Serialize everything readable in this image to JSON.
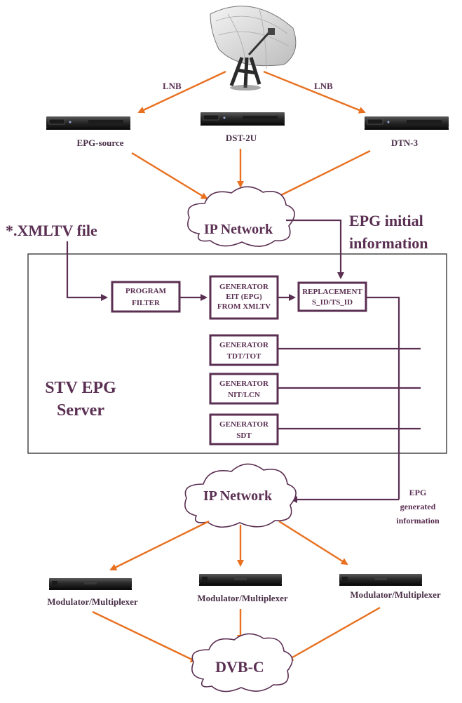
{
  "labels": {
    "lnb_left": "LNB",
    "lnb_right": "LNB",
    "receiver_1": "EPG-source",
    "receiver_2": "DST-2U",
    "receiver_3": "DTN-3",
    "ip_network_top": "IP Network",
    "xmltv_file": "*.XMLTV file",
    "epg_initial_line1": "EPG initial",
    "epg_initial_line2": "information",
    "program_filter_line1": "PROGRAM",
    "program_filter_line2": "FILTER",
    "gen_eit_line1": "GENERATOR",
    "gen_eit_line2": "EIT (EPG)",
    "gen_eit_line3": "FROM XMLTV",
    "replacement_line1": "REPLACEMENT",
    "replacement_line2": "S_ID/TS_ID",
    "gen_tdt_line1": "GENERATOR",
    "gen_tdt_line2": "TDT/TOT",
    "gen_nit_line1": "GENERATOR",
    "gen_nit_line2": "NIT/LCN",
    "gen_sdt_line1": "GENERATOR",
    "gen_sdt_line2": "SDT",
    "server_line1": "STV EPG",
    "server_line2": "Server",
    "ip_network_bottom": "IP Network",
    "epg_generated_line1": "EPG",
    "epg_generated_line2": "generated",
    "epg_generated_line3": "information",
    "modulator_1": "Modulator/Multiplexer",
    "modulator_2": "Modulator/Multiplexer",
    "modulator_3": "Modulator/Multiplexer",
    "dvbc": "DVB-C"
  },
  "colors": {
    "accent_purple": "#5a2f52",
    "arrow_orange": "#e8701f",
    "device_dark": "#2b2b2b"
  },
  "icons": [
    "satellite-dish-icon",
    "rack-device-icon",
    "cloud-icon"
  ]
}
